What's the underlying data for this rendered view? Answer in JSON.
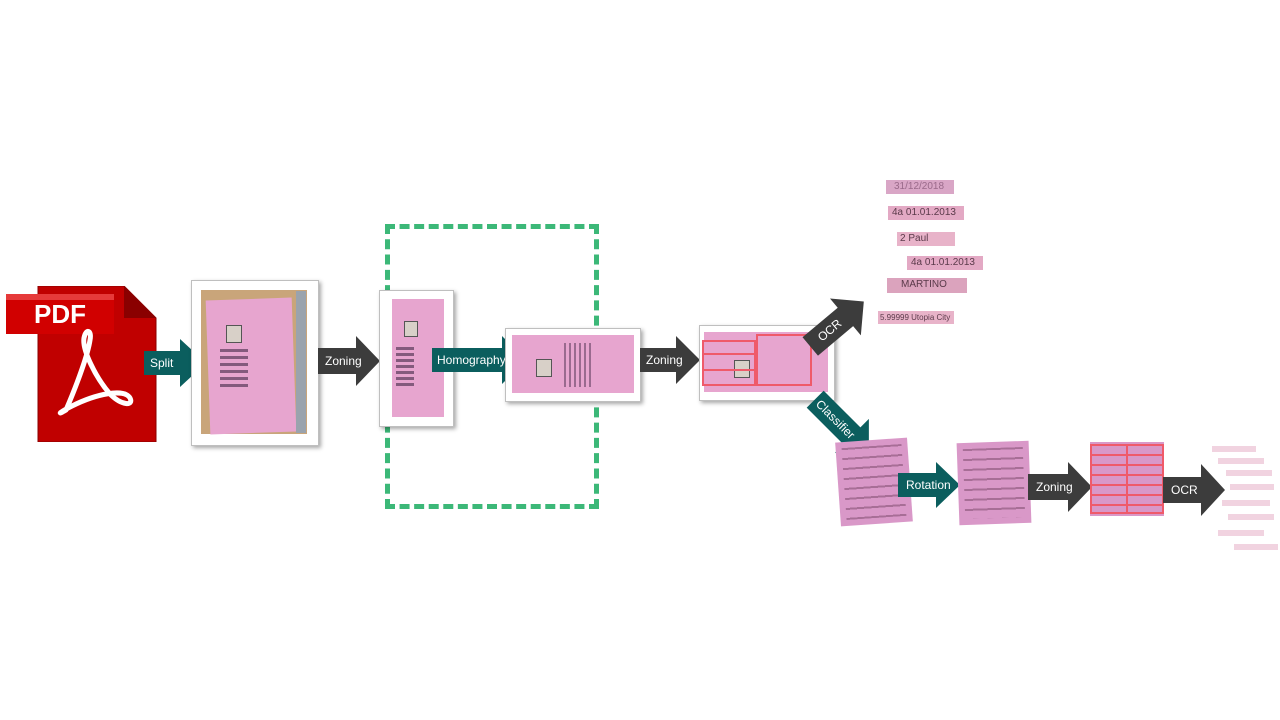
{
  "pdf_icon": {
    "label": "PDF"
  },
  "steps": {
    "split": "Split",
    "zoning_1": "Zoning",
    "homography": "Homography",
    "zoning_2": "Zoning",
    "ocr_top": "OCR",
    "classifier": "Classifier",
    "rotation": "Rotation",
    "zoning_3": "Zoning",
    "ocr_bottom": "OCR"
  },
  "ocr_crops": [
    "31/12/2018",
    "4a 01.01.2013",
    "2  Paul",
    "4a 01.01.2013",
    "MARTINO",
    "5.99999 Utopia City"
  ],
  "colors": {
    "teal_arrow": "#0b5e5e",
    "dark_arrow": "#3c3c3c",
    "dashed_box": "#3cb878",
    "zone_box": "#ef5a6a",
    "pdf_red": "#c00000"
  }
}
